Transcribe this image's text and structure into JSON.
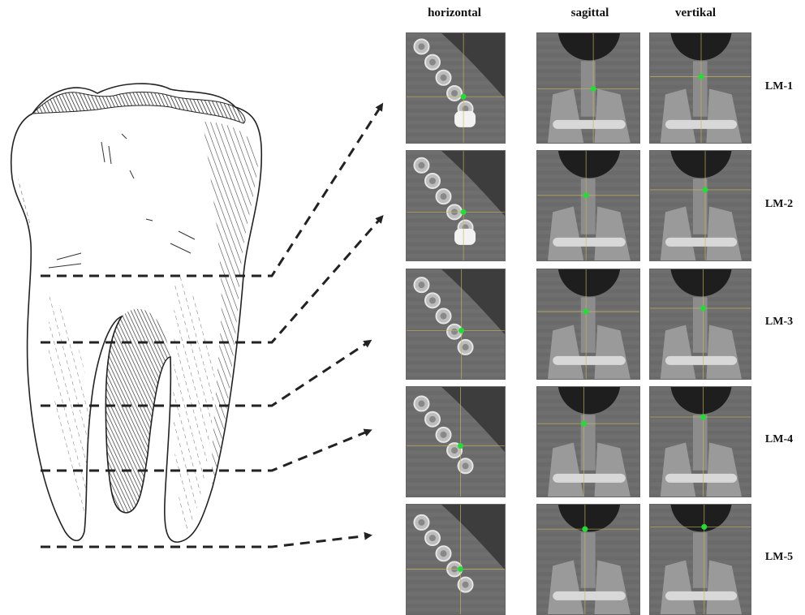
{
  "columns": [
    {
      "key": "horizontal",
      "label": "horizontal"
    },
    {
      "key": "sagittal",
      "label": "sagittal"
    },
    {
      "key": "vertikal",
      "label": "vertikal"
    }
  ],
  "rows": [
    {
      "label": "LM-1"
    },
    {
      "label": "LM-2"
    },
    {
      "label": "LM-3"
    },
    {
      "label": "LM-4"
    },
    {
      "label": "LM-5"
    }
  ],
  "marker_color": "#22dd33",
  "crosshair_color": "#c8b65a"
}
